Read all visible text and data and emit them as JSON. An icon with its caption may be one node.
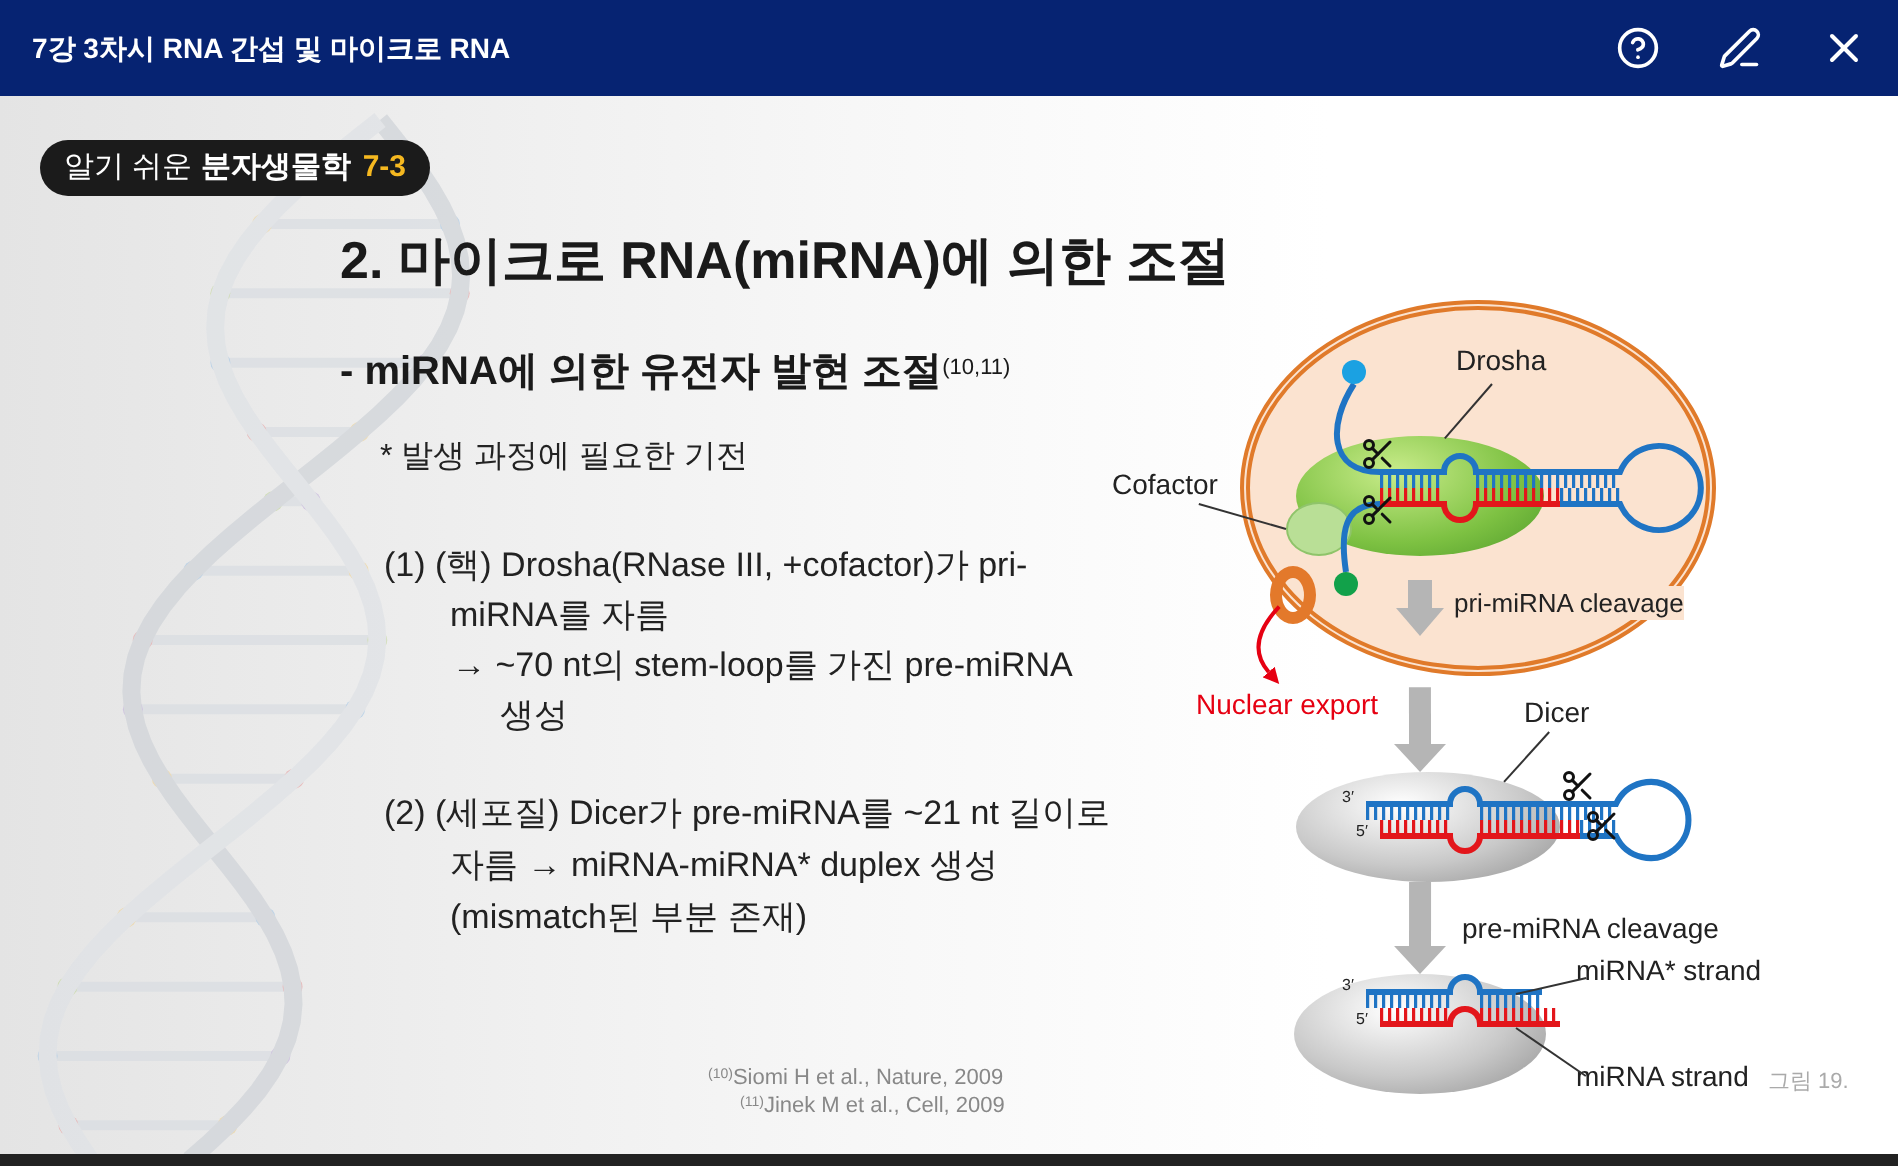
{
  "diagram": {
    "title": "2. 마이크로 RNA(miRNA)에 의한 조절",
    "nodes": [
      {
        "text": [],
        "shape": "ellipse"
      },
      {
        "text": [
          "Drosha"
        ],
        "in": 0
      },
      {
        "text": [],
        "shape": "ellipse",
        "in": 0
      },
      {
        "text": [],
        "shape": "ellipse",
        "in": 0
      },
      {
        "text": [
          "Cofactor"
        ]
      },
      {
        "text": [],
        "shape": "ring",
        "in": 0
      },
      {
        "text": [
          "Nuclear export"
        ]
      },
      {
        "text": [
          "Dicer"
        ]
      },
      {
        "text": [],
        "shape": "ellipse"
      },
      {
        "text": [
          "miRNA* strand"
        ]
      },
      {
        "text": [],
        "shape": "ellipse"
      },
      {
        "text": [
          "miRNA strand"
        ]
      }
    ],
    "edges": [
      {
        "from": 1,
        "to": 2,
        "arrow": "none"
      },
      {
        "from": 4,
        "to": 3,
        "arrow": "none"
      },
      {
        "from": 5,
        "to": 6,
        "arrow": "to",
        "color": "#e60012"
      },
      {
        "from": 0,
        "to": 8,
        "arrow": "to",
        "style": "thick",
        "color": "#b5b5b5"
      },
      {
        "from": 8,
        "to": 10,
        "arrow": "to",
        "label": "pre-miRNA cleavage",
        "style": "thick",
        "color": "#b5b5b5"
      },
      {
        "from": 7,
        "to": 8,
        "arrow": "none"
      },
      {
        "from": 9,
        "to": 10,
        "arrow": "none"
      },
      {
        "from": 11,
        "to": 10,
        "arrow": "none"
      }
    ],
    "labels": [
      "7강 3차시 RNA 간섭 및 마이크로 RNA",
      "알기 쉬운 **분자생물학**",
      "7-3",
      "- miRNA에 의한 유전자 발현 조절$^{(10,11)}$",
      "* 발생 과정에 필요한 기전",
      "(1) (핵) Drosha(RNase III, +cofactor)가 pri-miRNA를 자름",
      "→ ~70 nt의 stem-loop를 가진 pre-miRNA 생성",
      "(2) (세포질) Dicer가 pre-miRNA를 ~21 nt 길이로 자름 → miRNA-miRNA* duplex 생성(mismatch된 부분 존재)",
      "pri-miRNA cleavage",
      "3′",
      "5′",
      "3′",
      "5′",
      "$^{(10)}$Siomi H et al., Nature, 2009",
      "$^{(11)}$Jinek M et al., Cell, 2009",
      "그림 19."
    ]
  }
}
